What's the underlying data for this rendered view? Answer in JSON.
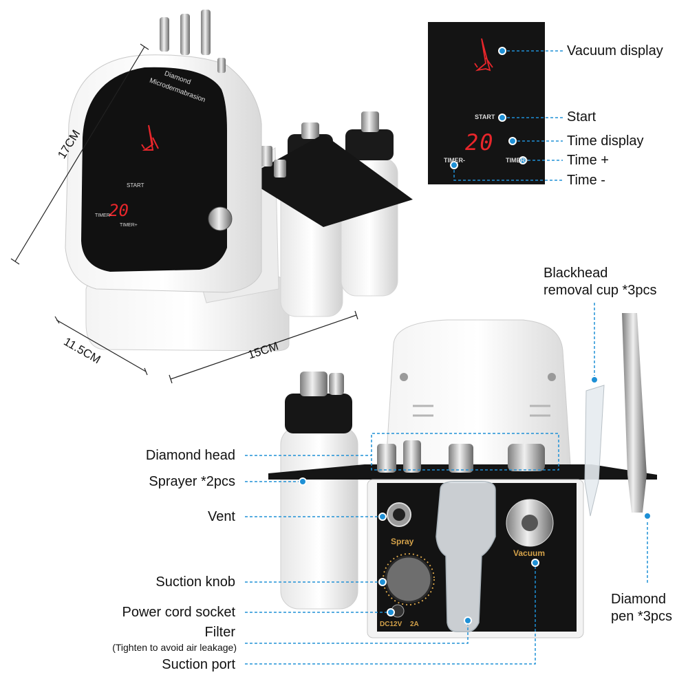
{
  "device": {
    "brand_line1": "Diamond",
    "brand_line2": "Microdermabrasion",
    "timer_digits": "20",
    "start_text": "START",
    "timer_minus_text": "TIMER-",
    "timer_plus_text": "TIMER+"
  },
  "dimensions": {
    "height": "17CM",
    "depth": "11.5CM",
    "width": "15CM"
  },
  "panel_inset": {
    "start_text": "START",
    "digits": "20",
    "timer_minus_text": "TIMER-",
    "timer_plus_text": "TIMER+"
  },
  "panel_callouts": {
    "vacuum_display": "Vacuum display",
    "start": "Start",
    "time_display": "Time display",
    "time_plus": "Time +",
    "time_minus": "Time -"
  },
  "front_callouts": {
    "diamond_head": "Diamond head",
    "sprayer": "Sprayer *2pcs",
    "vent": "Vent",
    "suction_knob": "Suction knob",
    "power_cord_socket": "Power cord socket",
    "filter": "Filter",
    "filter_note": "(Tighten to avoid air leakage)",
    "suction_port": "Suction port",
    "blackhead_line1": "Blackhead",
    "blackhead_line2": "removal cup *3pcs",
    "diamond_pen_line1": "Diamond",
    "diamond_pen_line2": "pen *3pcs"
  },
  "front_panel": {
    "spray_text": "Spray",
    "vacuum_text": "Vacuum",
    "power_text": "DC12V",
    "amp_text": "2A"
  },
  "colors": {
    "callout_blue": "#1e90d6",
    "display_red": "#e8262b",
    "panel_black": "#141414"
  }
}
